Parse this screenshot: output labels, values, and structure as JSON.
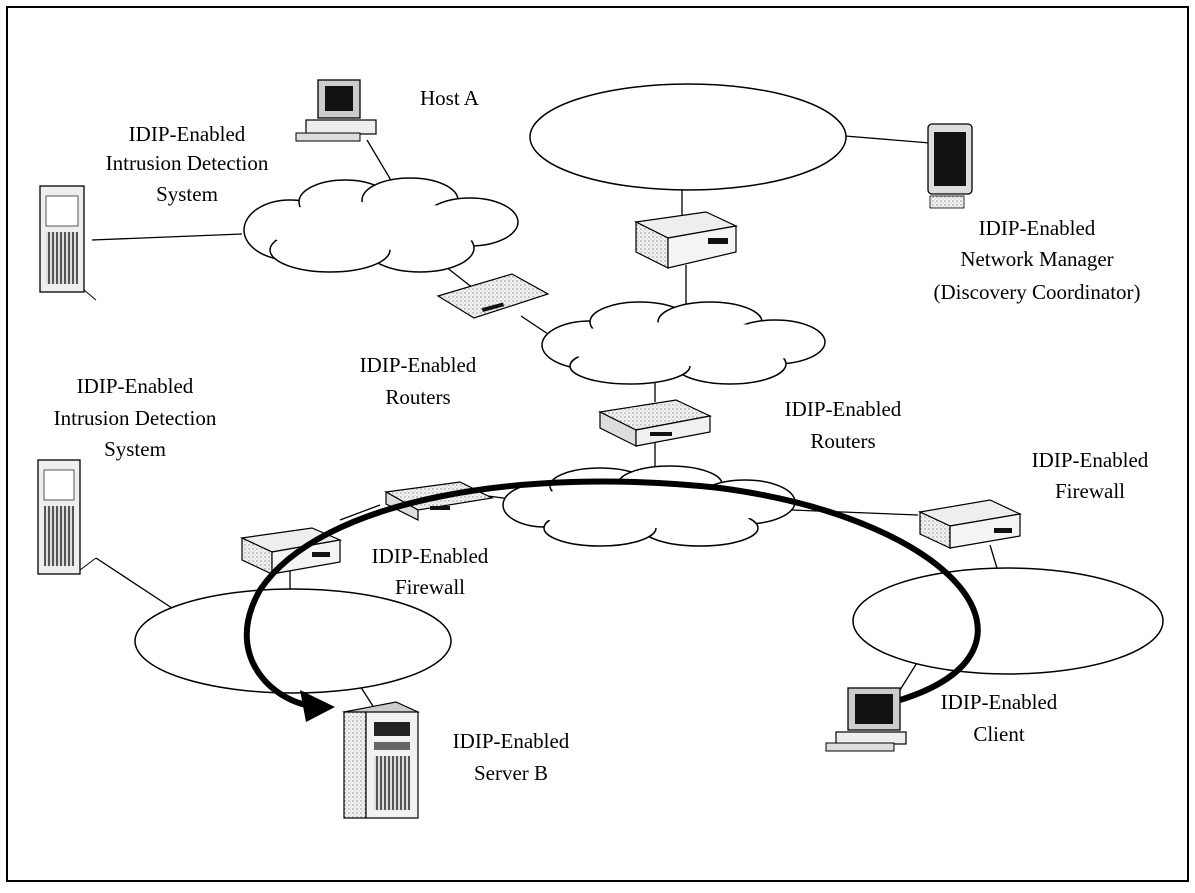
{
  "labels": {
    "host_a": "Host A",
    "ids_top": [
      "IDIP-Enabled",
      "Intrusion Detection",
      "System"
    ],
    "ids_left": [
      "IDIP-Enabled",
      "Intrusion Detection",
      "System"
    ],
    "network_manager": [
      "IDIP-Enabled",
      "Network Manager",
      "(Discovery Coordinator)"
    ],
    "routers_left": [
      "IDIP-Enabled",
      "Routers"
    ],
    "routers_right": [
      "IDIP-Enabled",
      "Routers"
    ],
    "firewall_left": [
      "IDIP-Enabled",
      "Firewall"
    ],
    "firewall_right": [
      "IDIP-Enabled",
      "Firewall"
    ],
    "server_b": [
      "IDIP-Enabled",
      "Server B"
    ],
    "client": [
      "IDIP-Enabled",
      "Client"
    ]
  }
}
